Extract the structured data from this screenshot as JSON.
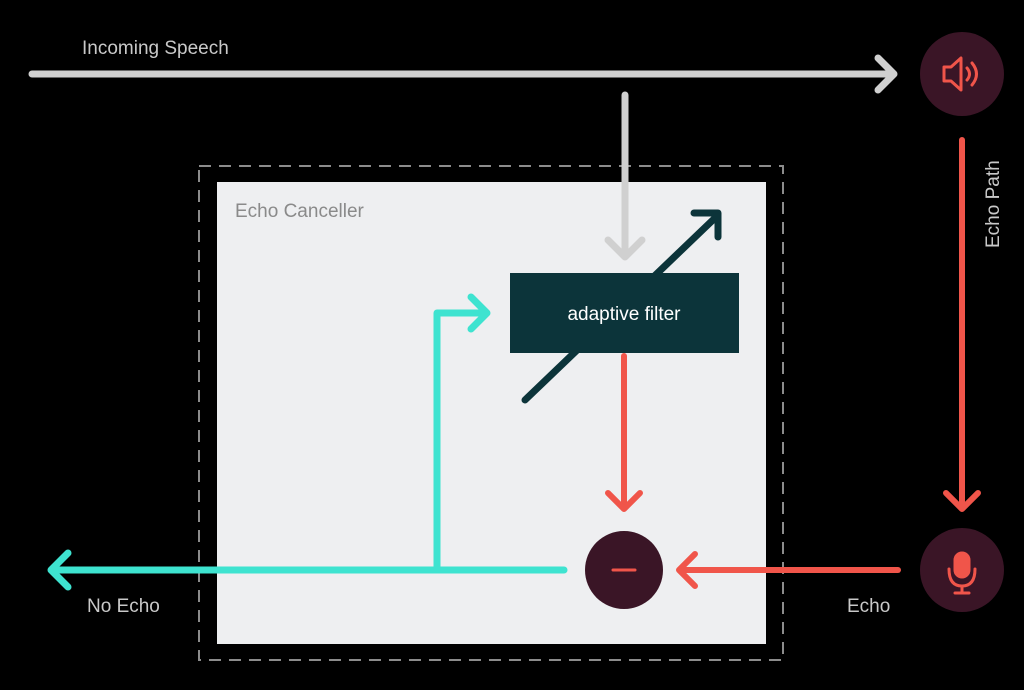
{
  "labels": {
    "incoming_speech": "Incoming Speech",
    "echo_canceller": "Echo Canceller",
    "adaptive_filter": "adaptive filter",
    "echo_path": "Echo Path",
    "no_echo": "No Echo",
    "echo": "Echo",
    "minus": "−"
  },
  "icons": {
    "speaker": "speaker-icon",
    "microphone": "microphone-icon",
    "subtract": "minus-icon"
  },
  "colors": {
    "background": "#000000",
    "incoming_arrow": "#d0d0d0",
    "echo_arrow": "#f0554a",
    "no_echo_arrow": "#3ee3d0",
    "filter_fill": "#0c343a",
    "canceller_bg": "#eeeff1",
    "node_fill": "#3a1526"
  }
}
